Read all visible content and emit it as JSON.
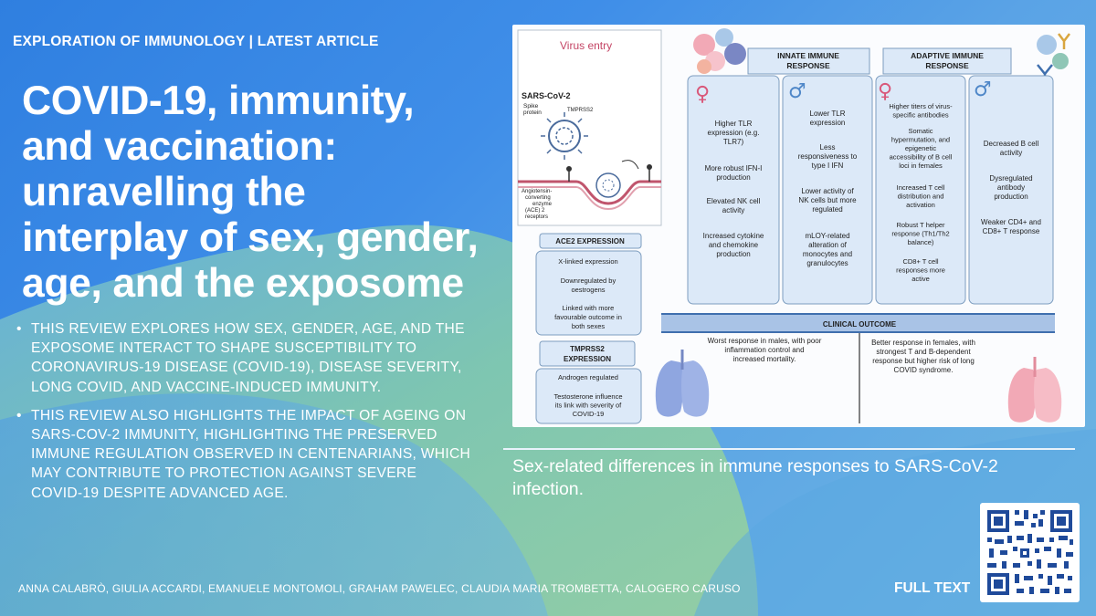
{
  "journal": "EXPLORATION OF IMMUNOLOGY | LATEST ARTICLE",
  "title_lines": [
    "COVID-19, immunity,",
    "and vaccination:",
    "unravelling the",
    "interplay of sex, gender,",
    "age, and the exposome"
  ],
  "bullets": [
    "THIS REVIEW EXPLORES HOW SEX, GENDER, AGE, AND THE EXPOSOME INTERACT TO SHAPE SUSCEPTIBILITY TO CORONAVIRUS-19 DISEASE (COVID-19), DISEASE SEVERITY, LONG COVID, AND VACCINE-INDUCED IMMUNITY.",
    "THIS REVIEW ALSO HIGHLIGHTS THE IMPACT OF AGEING ON SARS-COV-2 IMMUNITY, HIGHLIGHTING THE PRESERVED IMMUNE REGULATION OBSERVED IN CENTENARIANS, WHICH MAY CONTRIBUTE TO PROTECTION AGAINST SEVERE COVID-19 DESPITE ADVANCED AGE."
  ],
  "bullet_symbol": "•",
  "authors": "ANNA CALABRÒ,  GIULIA ACCARDI,  EMANUELE MONTOMOLI,  GRAHAM PAWELEC,  CLAUDIA MARIA TROMBETTA,  CALOGERO CARUSO",
  "caption": "Sex-related differences in immune responses to SARS-CoV-2 infection.",
  "full_text_label": "FULL TEXT",
  "figure": {
    "virus_entry": "Virus entry",
    "sars": "SARS-CoV-2",
    "spike": [
      "Spike",
      "protein"
    ],
    "tmprss2_label": "TMPRSS2",
    "ace2_receptor": [
      "Angiotensin-",
      "converting",
      "enzyme",
      "(ACE) 2",
      "receptors"
    ],
    "innate_header": [
      "INNATE IMMUNE",
      "RESPONSE"
    ],
    "adaptive_header": [
      "ADAPTIVE IMMUNE",
      "RESPONSE"
    ],
    "female_symbol": "♀",
    "male_symbol": "♂",
    "innate_female": [
      [
        "Higher TLR",
        "expression (e.g.",
        "TLR7)"
      ],
      [
        "More robust IFN-I",
        "production"
      ],
      [
        "Elevated NK cell",
        "activity"
      ],
      [
        "Increased cytokine",
        "and chemokine",
        "production"
      ]
    ],
    "innate_male": [
      [
        "Lower TLR",
        "expression"
      ],
      [
        "Less",
        "responsiveness to",
        "type I IFN"
      ],
      [
        "Lower activity of",
        "NK cells but more",
        "regulated"
      ],
      [
        "mLOY-related",
        "alteration of",
        "monocytes and",
        "granulocytes"
      ]
    ],
    "adaptive_female": [
      [
        "Higher titers of virus-",
        "specific antibodies"
      ],
      [
        "Somatic",
        "hypermutation,  and",
        "epigenetic",
        "accessibility of B cell",
        "loci in females"
      ],
      [
        "Increased T cell",
        "distribution and",
        "activation"
      ],
      [
        "Robust T helper",
        "response (Th1/Th2",
        "balance)"
      ],
      [
        "CD8+ T cell",
        "responses more",
        "active"
      ]
    ],
    "adaptive_male": [
      [
        "Decreased B cell",
        "activity"
      ],
      [
        "Dysregulated",
        "antibody",
        "production"
      ],
      [
        "Weaker CD4+ and",
        "CD8+ T response"
      ]
    ],
    "ace2_expression": "ACE2 EXPRESSION",
    "ace2_items": [
      [
        "X-linked expression"
      ],
      [
        "Downregulated by",
        "oestrogens"
      ],
      [
        "Linked with more",
        "favourable outcome in",
        "both sexes"
      ]
    ],
    "tmprss2_expression": [
      "TMPRSS2",
      "EXPRESSION"
    ],
    "tmprss2_items": [
      [
        "Androgen regulated"
      ],
      [
        "Testosterone influence",
        "its link with severity of",
        "COVID-19"
      ]
    ],
    "clinical_outcome": "CLINICAL OUTCOME",
    "outcome_male": [
      "Worst response in males, with poor",
      "inflammation control and",
      "increased mortality."
    ],
    "outcome_female": [
      "Better response in females, with",
      "strongest T and B-dependent",
      "response but higher risk of long",
      "COVID syndrome."
    ]
  },
  "colors": {
    "bg_blue": "#2f7fe0",
    "bg_green": "#7cc9a6",
    "box_fill": "#dce9f8",
    "box_stroke": "#7d9dbf",
    "banner": "#3f6fae",
    "female": "#d9587a",
    "male": "#4f87c8",
    "lung_left": "#8fa6e0",
    "lung_right": "#f2a9b6"
  }
}
